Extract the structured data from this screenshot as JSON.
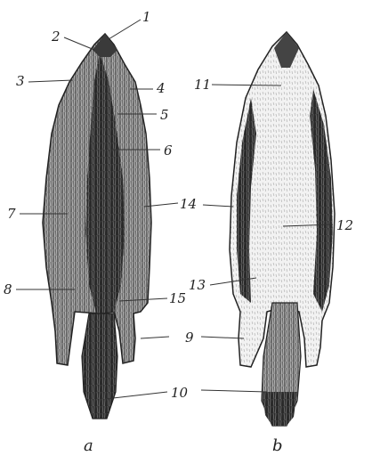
{
  "labels": {
    "l1": "1",
    "l2": "2",
    "l3": "3",
    "l4": "4",
    "l5": "5",
    "l6": "6",
    "l7": "7",
    "l8": "8",
    "l9": "9",
    "l10": "10",
    "l11": "11",
    "l12": "12",
    "l13": "13",
    "l14": "14",
    "l15": "15"
  },
  "captions": {
    "a": "a",
    "b": "b"
  },
  "colors": {
    "ink": "#222222",
    "pelt_dark": "#1a1a1a",
    "pelt_mid": "#555555",
    "pelt_light": "#d9d9d9",
    "paper": "#ffffff"
  }
}
